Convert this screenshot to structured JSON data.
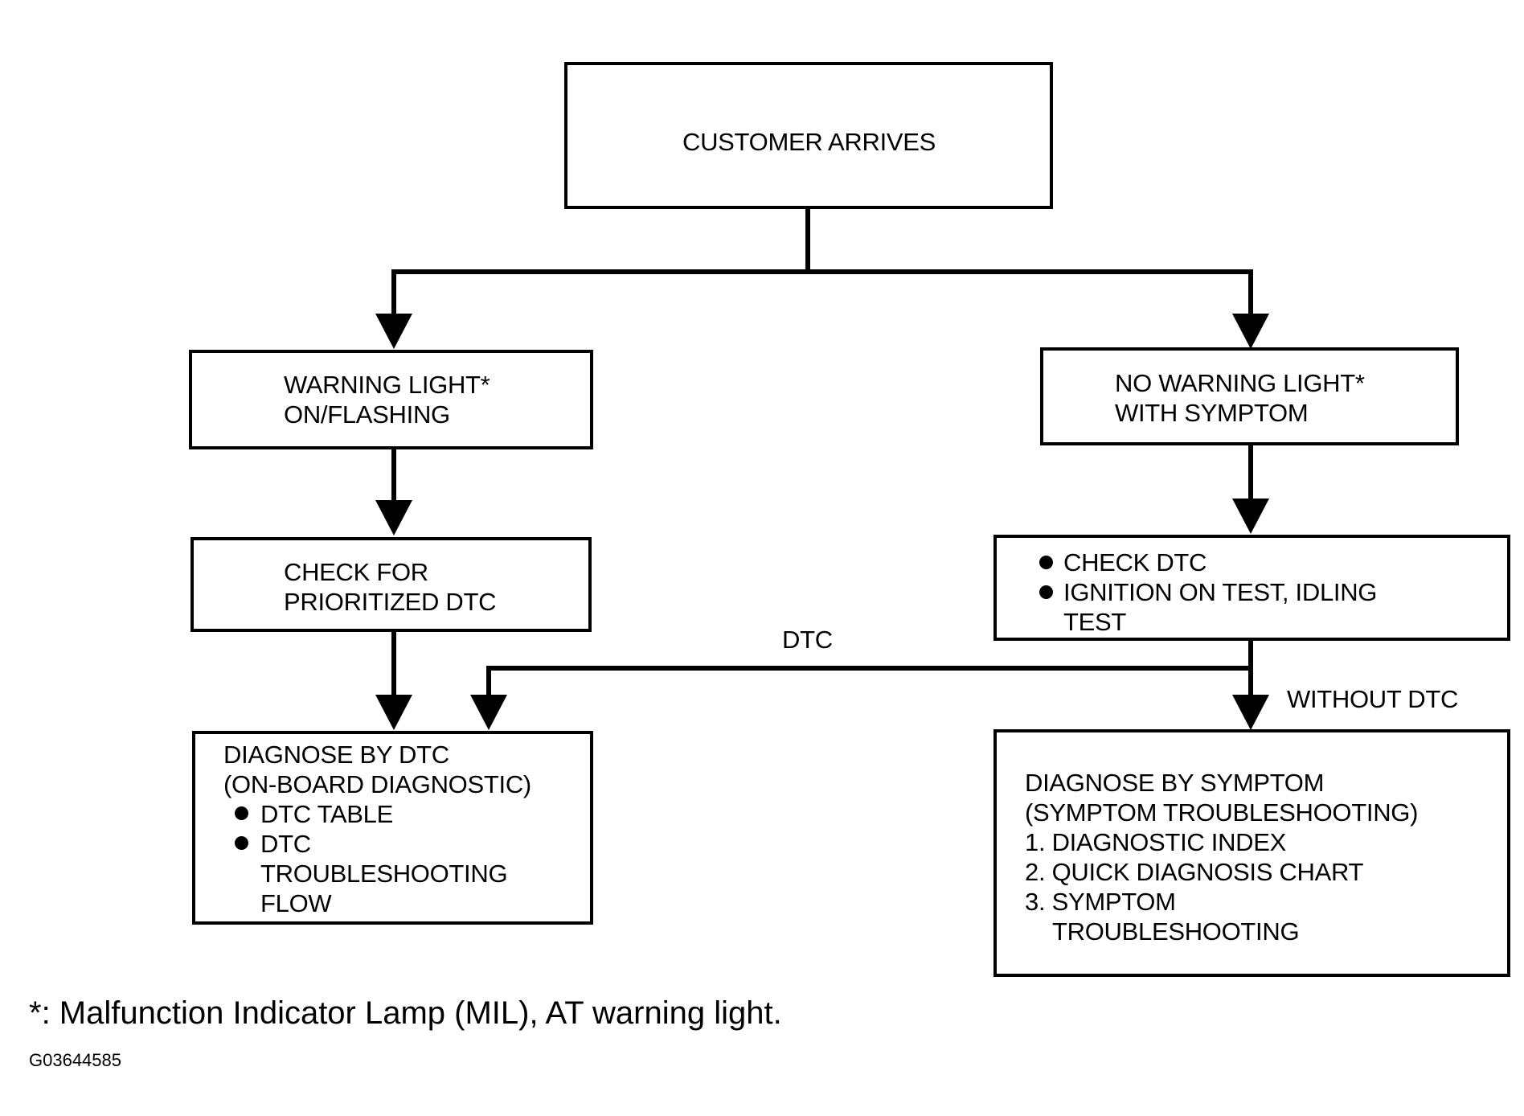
{
  "start": {
    "label": "CUSTOMER ARRIVES"
  },
  "left_branch": {
    "condition": [
      "WARNING LIGHT*",
      "ON/FLASHING"
    ],
    "check": [
      "CHECK FOR",
      "PRIORITIZED DTC"
    ],
    "result": {
      "title": [
        "DIAGNOSE BY DTC",
        "(ON-BOARD DIAGNOSTIC)"
      ],
      "bullets": [
        [
          "DTC TABLE"
        ],
        [
          "DTC",
          "TROUBLESHOOTING",
          "FLOW"
        ]
      ]
    }
  },
  "right_branch": {
    "condition": [
      "NO WARNING LIGHT*",
      "WITH SYMPTOM"
    ],
    "check": {
      "bullets": [
        [
          "CHECK DTC"
        ],
        [
          "IGNITION ON TEST, IDLING",
          "TEST"
        ]
      ]
    },
    "result": {
      "title": [
        "DIAGNOSE BY SYMPTOM",
        "(SYMPTOM TROUBLESHOOTING)"
      ],
      "items": [
        "1. DIAGNOSTIC INDEX",
        "2. QUICK DIAGNOSIS CHART",
        "3. SYMPTOM",
        "TROUBLESHOOTING"
      ]
    }
  },
  "edge_labels": {
    "dtc": "DTC",
    "without_dtc": "WITHOUT DTC"
  },
  "footnote": "*: Malfunction Indicator Lamp (MIL), AT warning light.",
  "figure_code": "G03644585"
}
